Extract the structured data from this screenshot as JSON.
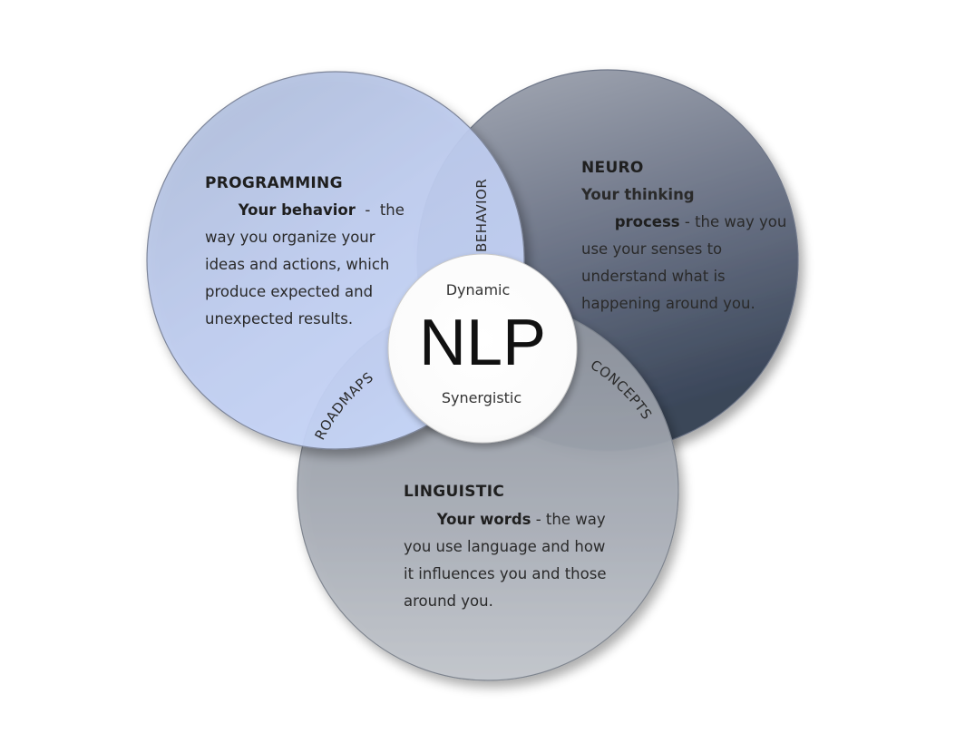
{
  "center": {
    "title": "NLP",
    "top_word": "Dynamic",
    "bottom_word": "Synergistic"
  },
  "circles": {
    "programming": {
      "heading": "PROGRAMMING",
      "lead": "Your behavior",
      "lines": [
        "  -  the",
        "way you organize your",
        "ideas and actions, which",
        "produce expected and",
        "unexpected results."
      ]
    },
    "neuro": {
      "heading": "NEURO",
      "lead_lines": [
        "Your thinking",
        "process"
      ],
      "lines": [
        " - the way you",
        "use your senses to",
        "understand what is",
        "happening around you."
      ]
    },
    "linguistic": {
      "heading": "LINGUISTIC",
      "lead": "Your words",
      "lines": [
        " - the way",
        "you use language and how",
        "it influences you and those",
        "around you."
      ]
    }
  },
  "overlaps": {
    "behavior": "BEHAVIOR",
    "roadmaps": "ROADMAPS",
    "concepts": "CONCEPTS"
  },
  "colors": {
    "programming_light": "#c3d3f4",
    "programming_dark": "#8e9cb8",
    "neuro_light": "#a4a9b5",
    "neuro_dark": "#3f4a5f",
    "linguistic_light": "#8d939d",
    "linguistic_dark": "#b6bcc5",
    "center": "#ffffff"
  }
}
